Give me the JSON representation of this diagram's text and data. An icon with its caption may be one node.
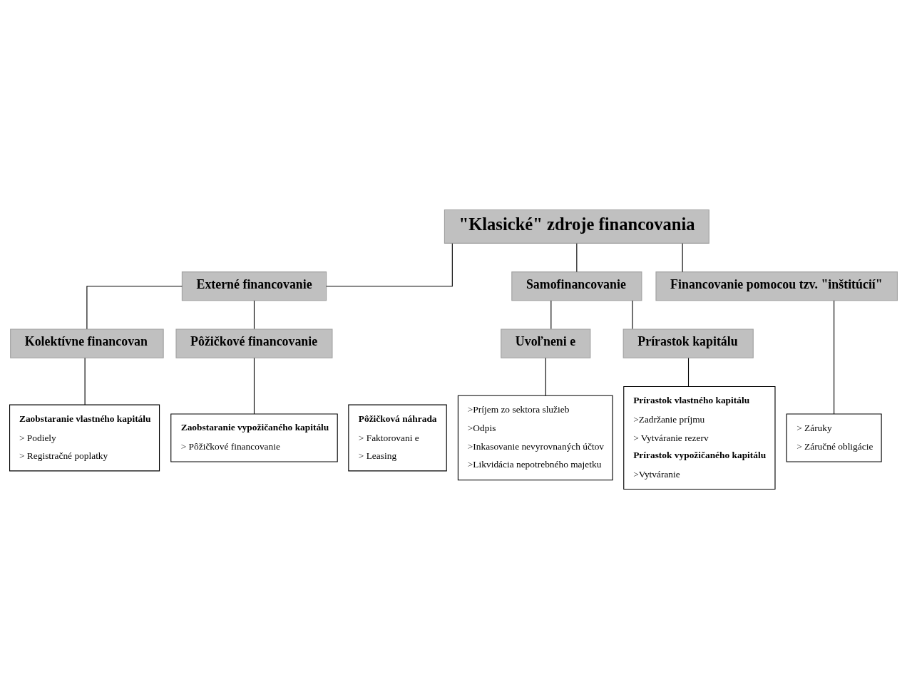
{
  "diagram": {
    "nodes": [
      {
        "text": [
          "\"Klasické\" zdroje financovania"
        ]
      },
      {
        "text": [
          "Externé financovanie"
        ]
      },
      {
        "text": [
          "Samofinancovanie"
        ]
      },
      {
        "text": [
          "Financovanie pomocou tzv. \"inštitúcií\""
        ]
      },
      {
        "text": [
          "Kolektívne financovan"
        ]
      },
      {
        "text": [
          "Pôžičkové financovanie"
        ]
      },
      {
        "text": [
          "Uvoľneni e"
        ]
      },
      {
        "text": [
          "Prírastok kapitálu"
        ]
      },
      {
        "text": [
          "Zaobstaranie vlastného kapitálu",
          "> Podiely",
          "> Registračné poplatky"
        ]
      },
      {
        "text": [
          "Zaobstaranie vypožičaného kapitálu",
          "> Pôžičkové financovanie"
        ]
      },
      {
        "text": [
          "Pôžičková náhrada",
          "> Faktorovani e",
          "> Leasing"
        ]
      },
      {
        "text": [
          ">Príjem zo sektora služieb",
          ">Odpis",
          ">Inkasovanie nevyrovnaných účtov",
          ">Likvidácia nepotrebného majetku"
        ]
      },
      {
        "text": [
          "Prírastok vlastného kapitálu",
          ">Zadržanie príjmu",
          "> Vytváranie rezerv",
          "Prírastok vypožičaného kapitálu",
          ">Vytváranie"
        ]
      },
      {
        "text": [
          "> Záruky",
          "> Záručné obligácie"
        ]
      }
    ],
    "edges": [
      {
        "from": 0,
        "to": 1,
        "arrow": "none"
      },
      {
        "from": 0,
        "to": 2,
        "arrow": "none"
      },
      {
        "from": 0,
        "to": 3,
        "arrow": "none"
      },
      {
        "from": 1,
        "to": 4,
        "arrow": "none"
      },
      {
        "from": 1,
        "to": 5,
        "arrow": "none"
      },
      {
        "from": 2,
        "to": 6,
        "arrow": "none"
      },
      {
        "from": 2,
        "to": 7,
        "arrow": "none"
      },
      {
        "from": 4,
        "to": 8,
        "arrow": "none"
      },
      {
        "from": 5,
        "to": 9,
        "arrow": "none"
      },
      {
        "from": 6,
        "to": 11,
        "arrow": "none"
      },
      {
        "from": 7,
        "to": 12,
        "arrow": "none"
      },
      {
        "from": 3,
        "to": 13,
        "arrow": "none"
      }
    ]
  }
}
